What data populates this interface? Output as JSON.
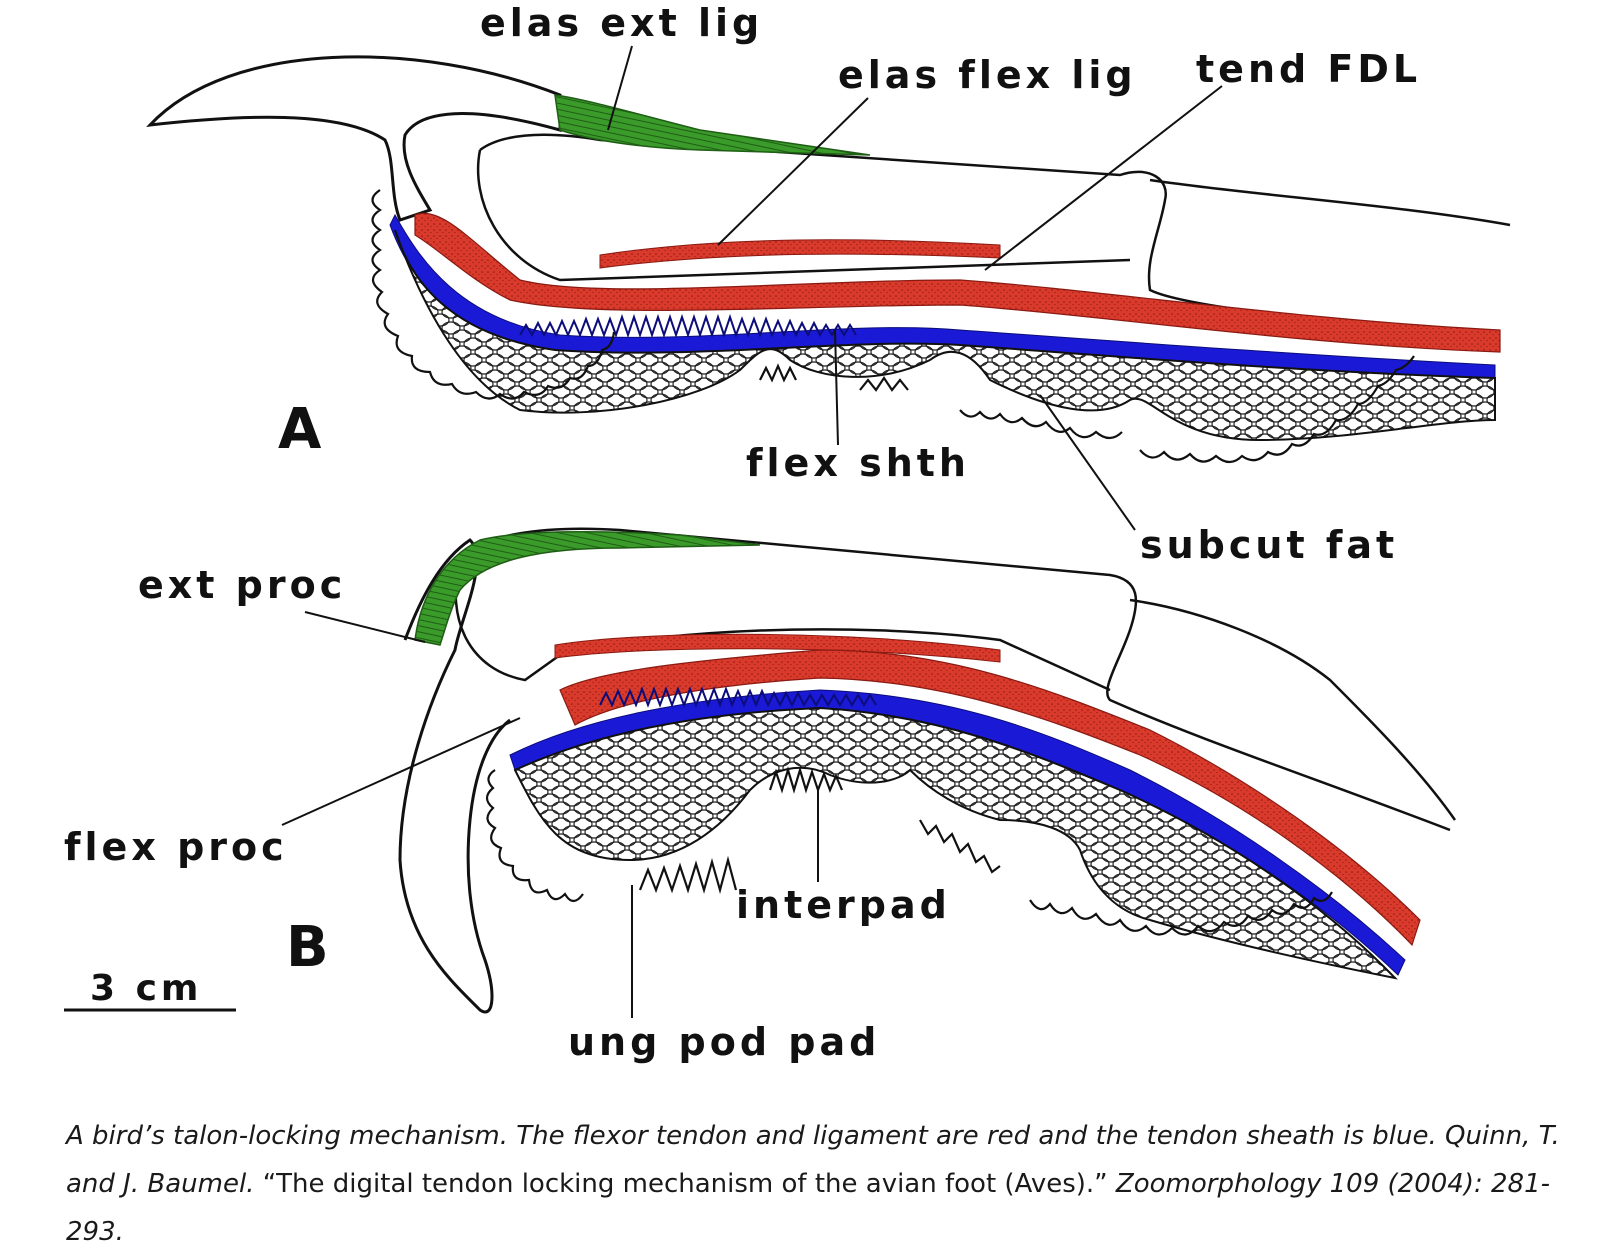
{
  "panels": {
    "a": "A",
    "b": "B"
  },
  "labels": {
    "elas_ext_lig": "elas ext lig",
    "elas_flex_lig": "elas flex lig",
    "tend_fdl": "tend FDL",
    "flex_shth": "flex shth",
    "subcut_fat": "subcut fat",
    "ext_proc": "ext proc",
    "flex_proc": "flex proc",
    "interpad": "interpad",
    "ung_pod_pad": "ung pod pad"
  },
  "scale_bar": {
    "label": "3 cm"
  },
  "caption": {
    "part1": "A bird’s talon-locking mechanism. The flexor tendon and ligament are red and the tendon sheath is blue. Quinn, T. and J. Baumel. ",
    "part2": "“The digital tendon locking mechanism of the avian foot (Aves).”",
    "part3": " Zoomorphology 109 (2004): 281-293."
  },
  "colors": {
    "tendon_ligament": "#d93a2b",
    "tendon_sheath": "#1a1ad6",
    "extensor_ligament": "#3a9a2a",
    "outline": "#111111"
  }
}
